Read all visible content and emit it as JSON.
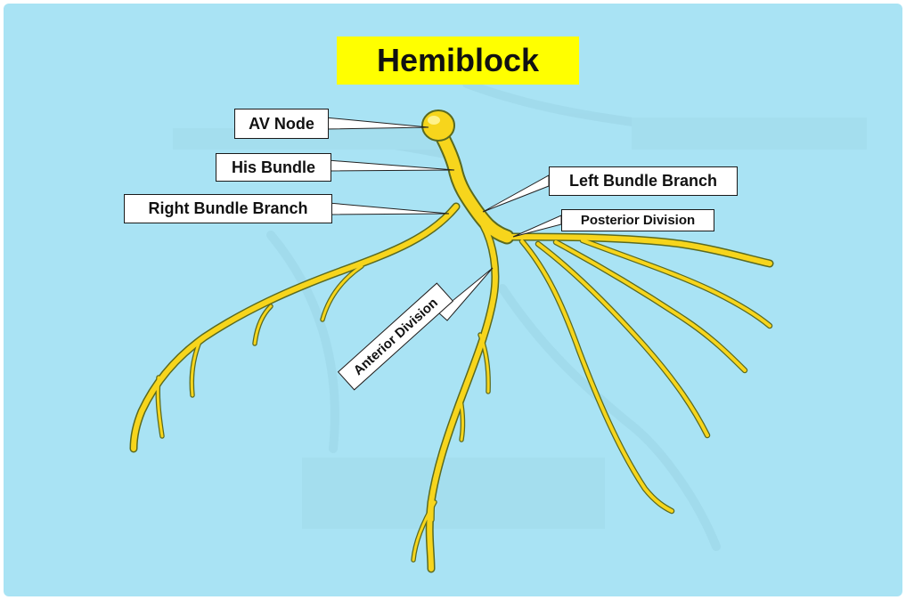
{
  "title": "Hemiblock",
  "labels": {
    "av_node": "AV Node",
    "his_bundle": "His Bundle",
    "right_bundle_branch": "Right Bundle Branch",
    "left_bundle_branch": "Left Bundle Branch",
    "posterior_division": "Posterior Division",
    "anterior_division": "Anterior Division"
  },
  "colors": {
    "background": "#a9e3f4",
    "title_fill": "#ffff00",
    "conduction_fill": "#f7d51c",
    "conduction_outline": "#5a6a20"
  }
}
